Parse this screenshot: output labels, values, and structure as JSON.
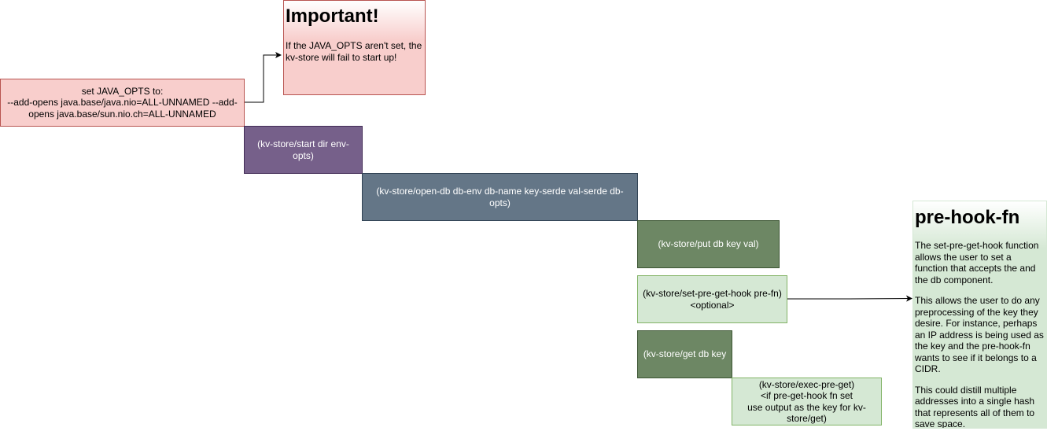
{
  "nodes": {
    "java_opts": "set JAVA_OPTS to:\n--add-opens java.base/java.nio=ALL-UNNAMED --add-opens java.base/sun.nio.ch=ALL-UNNAMED",
    "start": "(kv-store/start dir env-opts)",
    "open_db": "(kv-store/open-db db-env db-name key-serde val-serde db-opts)",
    "put": "(kv-store/put db key val)",
    "set_pre_get_hook": "(kv-store/set-pre-get-hook pre-fn)\n<optional>",
    "get": "(kv-store/get db key",
    "exec_pre_get": "(kv-store/exec-pre-get)\n<if pre-get-hook fn set\nuse output as the key for kv-store/get)"
  },
  "notes": {
    "important": {
      "title": "Important!",
      "body": "If the JAVA_OPTS aren't set, the kv-store will fail to start up!"
    },
    "pre_hook": {
      "title": "pre-hook-fn",
      "paragraphs": [
        "The set-pre-get-hook function allows the user to set a function that accepts the and the db component.",
        "This allows the user to do any preprocessing of the key they desire. For instance, perhaps an IP address is being used as the key and the pre-hook-fn wants to see if it belongs to a CIDR.",
        "This could distill multiple addresses into a single hash that represents all of them to save space."
      ]
    }
  },
  "colors": {
    "pink_fill": "#f8cecc",
    "pink_stroke": "#b85450",
    "purple_fill": "#76608a",
    "slate_fill": "#647687",
    "dark_green_fill": "#6d8764",
    "light_green_fill": "#d5e8d4",
    "connector": "#000000"
  }
}
